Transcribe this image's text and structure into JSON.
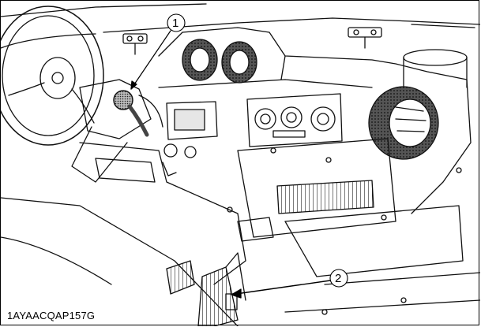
{
  "figure": {
    "code": "1AYAACQAP157G",
    "callouts": [
      {
        "number": "1"
      },
      {
        "number": "2"
      }
    ]
  }
}
